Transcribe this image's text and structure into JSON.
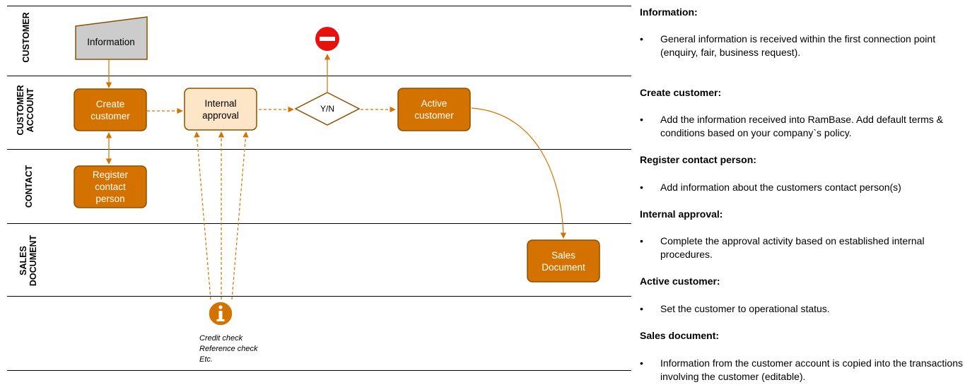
{
  "lanes": [
    {
      "id": "customer",
      "label_lines": [
        "CUSTOMER"
      ]
    },
    {
      "id": "customer-account",
      "label_lines": [
        "CUSTOMER",
        "ACCOUNT"
      ]
    },
    {
      "id": "contact",
      "label_lines": [
        "CONTACT"
      ]
    },
    {
      "id": "sales-document",
      "label_lines": [
        "SALES",
        "DOCUMENT"
      ]
    },
    {
      "id": "notes-lane",
      "label_lines": []
    }
  ],
  "nodes": {
    "information": {
      "lines": [
        "Information"
      ]
    },
    "create_customer": {
      "lines": [
        "Create",
        "customer"
      ]
    },
    "internal_approval": {
      "lines": [
        "Internal",
        "approval"
      ]
    },
    "decision": {
      "lines": [
        "Y/N"
      ]
    },
    "active_customer": {
      "lines": [
        "Active",
        "customer"
      ]
    },
    "register_contact": {
      "lines": [
        "Register",
        "contact",
        "person"
      ]
    },
    "sales_document": {
      "lines": [
        "Sales",
        "Document"
      ]
    }
  },
  "checks_note": {
    "lines": [
      "Credit check",
      "Reference check",
      "Etc."
    ]
  },
  "icons": {
    "stop": "stop-icon",
    "info": "info-icon"
  },
  "colors": {
    "orange": "#d47200",
    "orange_border": "#8a5200",
    "light_fill": "#fde5c7",
    "document_fill": "#cccccc",
    "stop_red": "#e8120c",
    "lane_line": "#000000"
  },
  "sections": [
    {
      "title": "Information:",
      "items": [
        "General information is received within the first connection point (enquiry, fair, business request)."
      ]
    },
    {
      "title": "Create customer:",
      "items": [
        "Add the information received into RamBase. Add default terms & conditions based on your company`s policy."
      ]
    },
    {
      "title": "Register contact person:",
      "items": [
        "Add information about the customers contact person(s)"
      ]
    },
    {
      "title": "Internal approval:",
      "items": [
        "Complete the approval activity based on established internal procedures."
      ]
    },
    {
      "title": "Active customer:",
      "items": [
        "Set the customer to operational status."
      ]
    },
    {
      "title": "Sales document:",
      "items": [
        "Information from the customer account is copied into the transactions involving the customer (editable)."
      ]
    }
  ]
}
